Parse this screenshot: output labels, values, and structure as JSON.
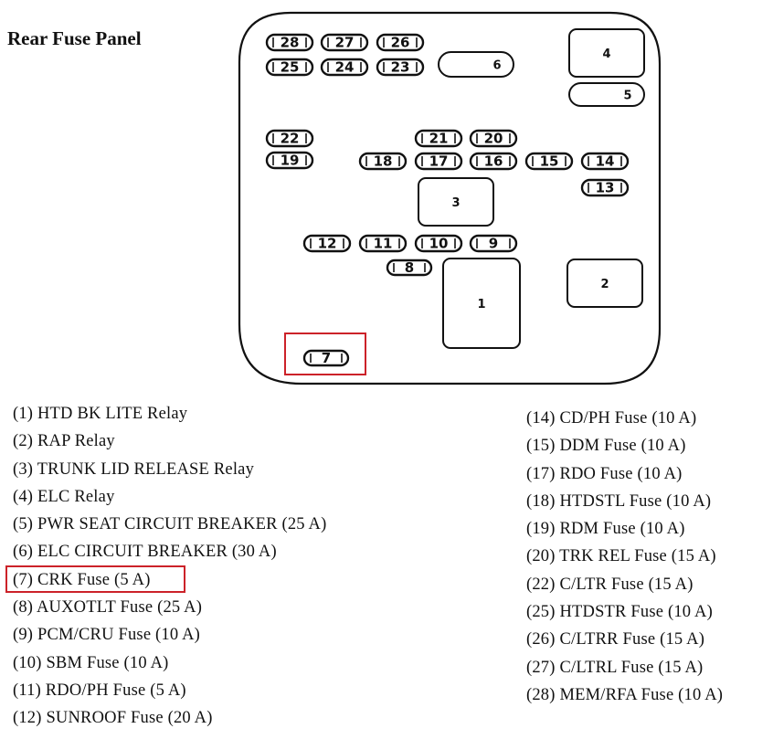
{
  "title": "Rear Fuse Panel",
  "panel": {
    "fuses": [
      "28",
      "27",
      "26",
      "25",
      "24",
      "23",
      "22",
      "19",
      "21",
      "20",
      "18",
      "17",
      "16",
      "15",
      "14",
      "13",
      "12",
      "11",
      "10",
      "9",
      "8",
      "7"
    ],
    "relays": [
      "1",
      "2",
      "3",
      "4"
    ],
    "breakers": [
      "5",
      "6"
    ],
    "highlighted": "7",
    "highlight_color": "#cc2229"
  },
  "legend_left": [
    "(1) HTD BK LITE Relay",
    "(2) RAP Relay",
    "(3) TRUNK LID RELEASE Relay",
    "(4) ELC Relay",
    "(5) PWR SEAT CIRCUIT BREAKER (25 A)",
    "(6) ELC CIRCUIT BREAKER (30 A)",
    "(7) CRK Fuse (5 A)",
    "(8) AUXOTLT Fuse (25 A)",
    "(9) PCM/CRU Fuse (10 A)",
    "(10) SBM Fuse (10 A)",
    "(11) RDO/PH Fuse (5 A)",
    "(12) SUNROOF Fuse (20 A)"
  ],
  "legend_right": [
    "(14) CD/PH Fuse (10 A)",
    "(15) DDM Fuse (10 A)",
    "(17) RDO Fuse (10 A)",
    "(18) HTDSTL Fuse (10 A)",
    "(19) RDM Fuse (10 A)",
    "(20) TRK REL Fuse (15 A)",
    "(22) C/LTR Fuse (15 A)",
    "(25) HTDSTR Fuse (10 A)",
    "(26) C/LTRR Fuse (15 A)",
    "(27) C/LTRL Fuse (15 A)",
    "(28) MEM/RFA Fuse (10 A)"
  ]
}
